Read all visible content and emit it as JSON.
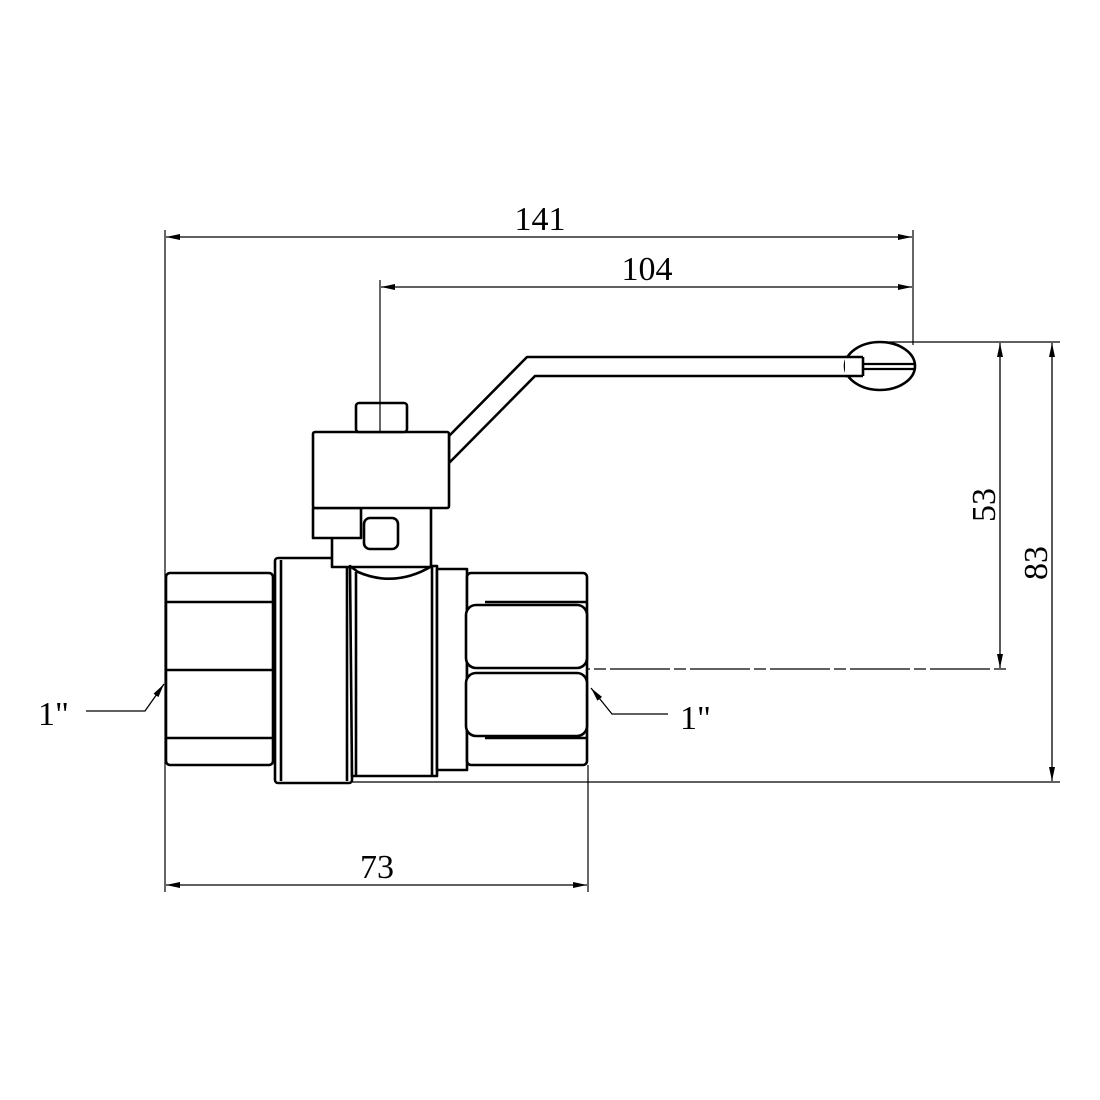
{
  "drawing": {
    "subject": "ball-valve",
    "colors": {
      "line": "#000000",
      "background": "#ffffff"
    },
    "dimensions": {
      "overall_length": "141",
      "handle_length": "104",
      "axis_to_handle_top": "53",
      "overall_height": "83",
      "body_length": "73"
    },
    "threads": {
      "left": "1\"",
      "right": "1\""
    }
  }
}
